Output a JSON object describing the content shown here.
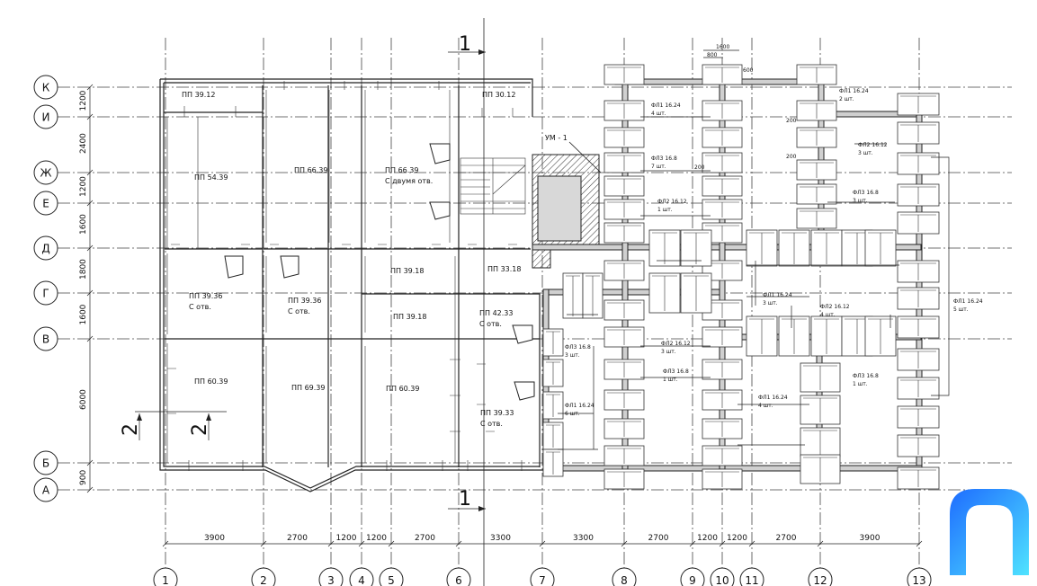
{
  "axes_horizontal": [
    {
      "label": "К",
      "dim": "1200"
    },
    {
      "label": "И",
      "dim": "2400"
    },
    {
      "label": "Ж",
      "dim": "1200"
    },
    {
      "label": "Е",
      "dim": "1600"
    },
    {
      "label": "Д",
      "dim": "1800"
    },
    {
      "label": "Г",
      "dim": "1600"
    },
    {
      "label": "В",
      "dim": "6000"
    },
    {
      "label": "Б",
      "dim": "900"
    },
    {
      "label": "А",
      "dim": ""
    }
  ],
  "axes_vertical": [
    {
      "label": "1",
      "dim": "3900"
    },
    {
      "label": "2",
      "dim": "2700"
    },
    {
      "label": "3",
      "dim": "1200"
    },
    {
      "label": "4",
      "dim": "1200"
    },
    {
      "label": "5",
      "dim": "2700"
    },
    {
      "label": "6",
      "dim": "3300"
    },
    {
      "label": "7",
      "dim": "3300"
    },
    {
      "label": "8",
      "dim": "2700"
    },
    {
      "label": "9",
      "dim": "1200"
    },
    {
      "label": "10",
      "dim": "1200"
    },
    {
      "label": "11",
      "dim": "2700"
    },
    {
      "label": "12",
      "dim": "3900"
    },
    {
      "label": "13",
      "dim": ""
    }
  ],
  "section_cuts": {
    "s1": "1",
    "s2": "2"
  },
  "slabs": [
    {
      "text": "ПП 39.12",
      "sub": ""
    },
    {
      "text": "ПП 30.12",
      "sub": ""
    },
    {
      "text": "ПП 54.39",
      "sub": ""
    },
    {
      "text": "ПП 66.39",
      "sub": ""
    },
    {
      "text": "ПП 66.39",
      "sub": "С двумя отв."
    },
    {
      "text": "ПП 39.18",
      "sub": ""
    },
    {
      "text": "ПП 33.18",
      "sub": ""
    },
    {
      "text": "ПП 39.36",
      "sub": "С отв."
    },
    {
      "text": "ПП 39.36",
      "sub": "С отв."
    },
    {
      "text": "ПП 39.18",
      "sub": ""
    },
    {
      "text": "ПП 42.33",
      "sub": "С отв."
    },
    {
      "text": "ПП 60.39",
      "sub": ""
    },
    {
      "text": "ПП 69.39",
      "sub": ""
    },
    {
      "text": "ПП 60.39",
      "sub": ""
    },
    {
      "text": "ПП 39.33",
      "sub": "С отв."
    }
  ],
  "unit_label": "УМ - 1",
  "foundation_labels": [
    {
      "text": "ФЛ1 16.24",
      "sub": "4 шт."
    },
    {
      "text": "ФЛ3 16.8",
      "sub": "7 шт."
    },
    {
      "text": "ФЛ2 16.12",
      "sub": "1 шт."
    },
    {
      "text": "ФЛ1 16.24",
      "sub": "2 шт."
    },
    {
      "text": "ФЛ2 16.12",
      "sub": "3 шт."
    },
    {
      "text": "ФЛ3 16.8",
      "sub": "3 шт."
    },
    {
      "text": "ФЛ1 16.24",
      "sub": "3 шт."
    },
    {
      "text": "ФЛ2 16.12",
      "sub": "4 шт."
    },
    {
      "text": "ФЛ1 16.24",
      "sub": "5 шт."
    },
    {
      "text": "ФЛ3 16.8",
      "sub": "3 шт."
    },
    {
      "text": "ФЛ2 16.12",
      "sub": "3 шт."
    },
    {
      "text": "ФЛ3 16.8",
      "sub": "1 шт."
    },
    {
      "text": "ФЛ1 16.24",
      "sub": "6 шт."
    },
    {
      "text": "ФЛ1 16.24",
      "sub": "4 шт."
    },
    {
      "text": "ФЛ3 16.8",
      "sub": "1 шт."
    }
  ],
  "small_dims": {
    "d1600": "1600",
    "d800": "800",
    "d600": "600",
    "d200a": "200",
    "d200b": "200",
    "d200c": "200"
  }
}
